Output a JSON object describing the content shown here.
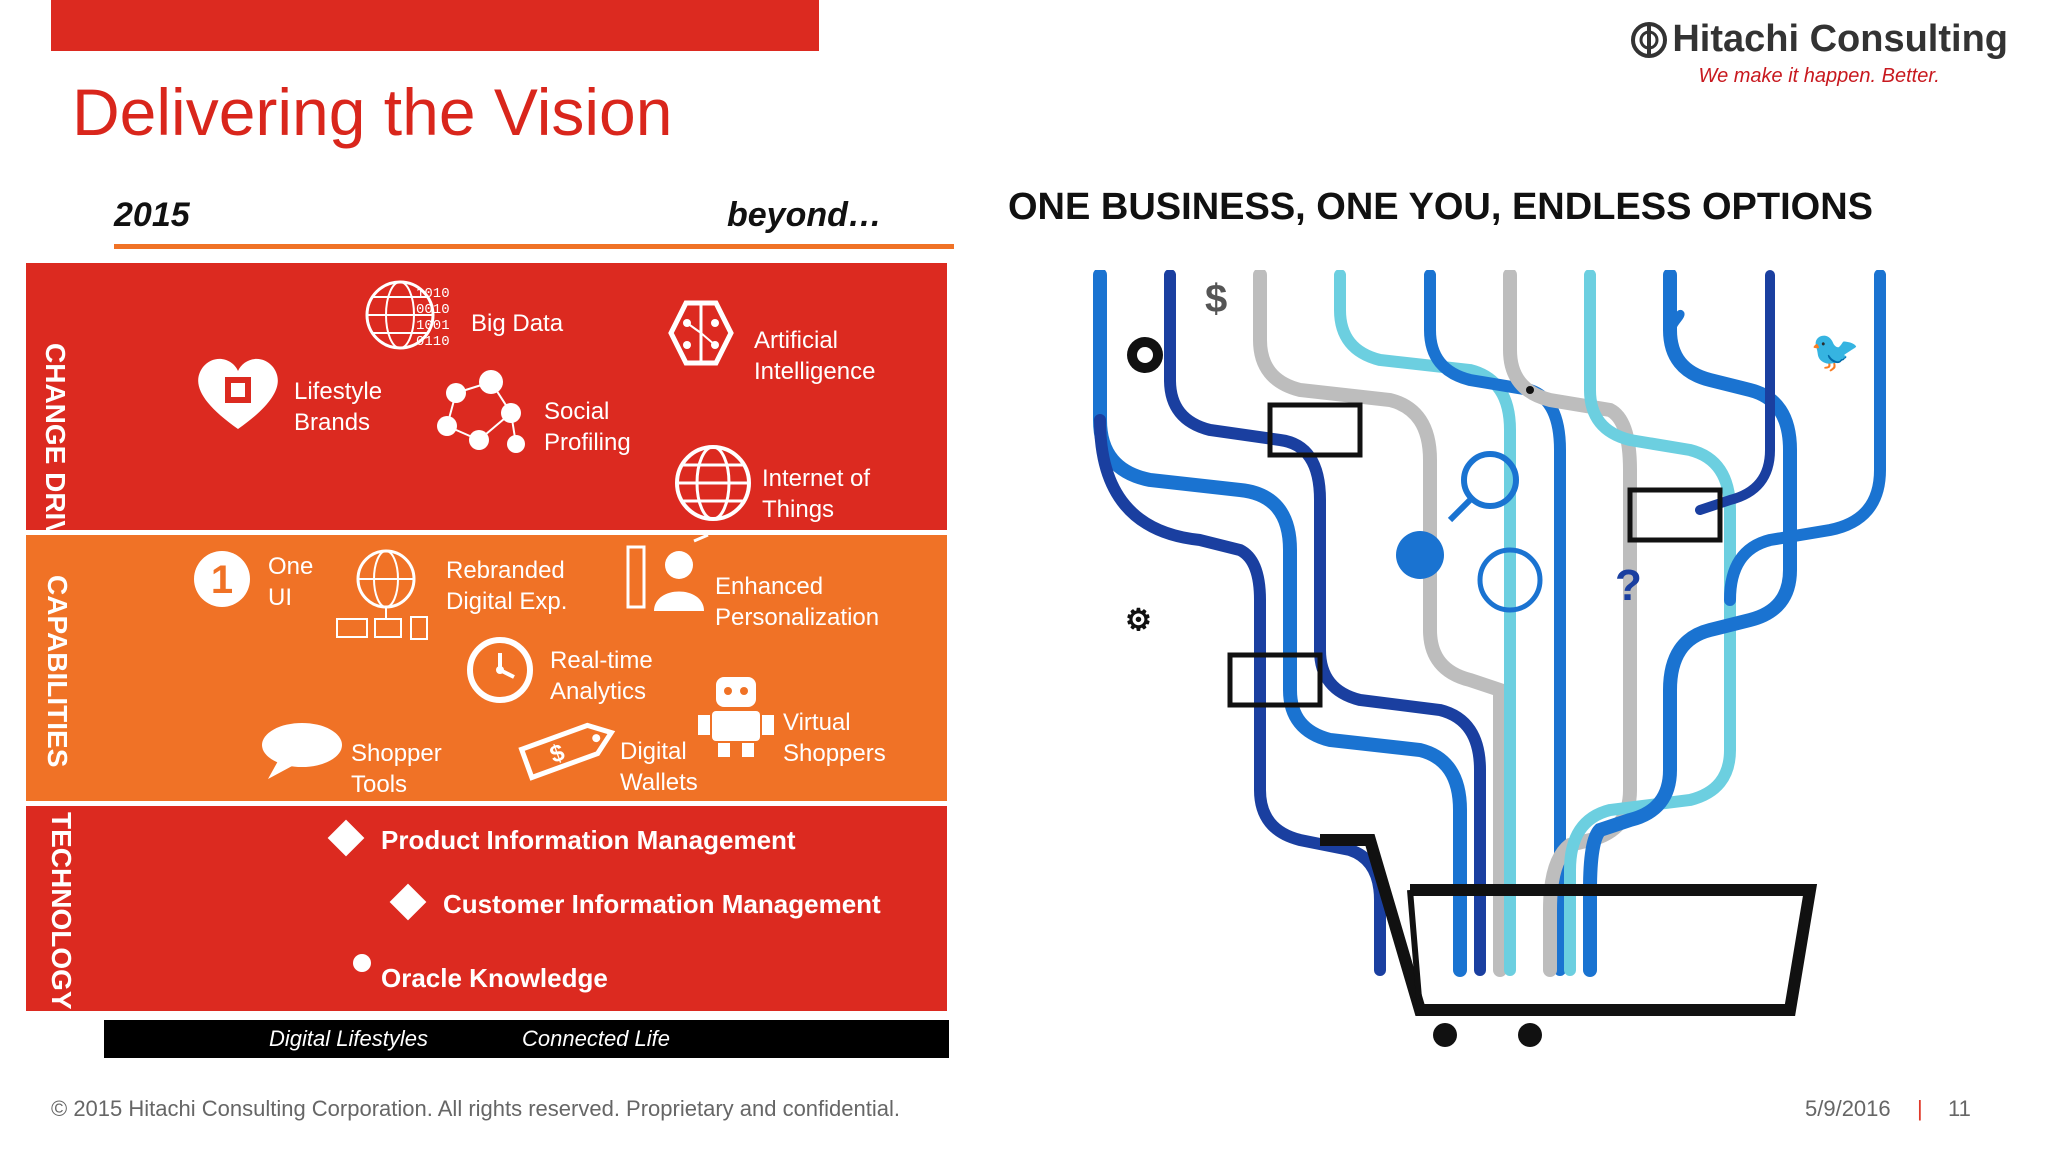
{
  "slide": {
    "title": "Delivering the Vision",
    "page_number": "11",
    "date": "5/9/2016",
    "separator": "|",
    "copyright": "© 2015 Hitachi Consulting Corporation.  All rights reserved. Proprietary and confidential."
  },
  "logo": {
    "name": "Hitachi Consulting",
    "tagline": "We make it happen. Better."
  },
  "timeline": {
    "start": "2015",
    "end": "beyond…"
  },
  "bands": {
    "change_drivers": {
      "label": "CHANGE DRIVERS",
      "items": [
        {
          "text": "Big Data",
          "icon": "globe-data-icon"
        },
        {
          "text": "Artificial Intelligence",
          "icon": "brain-circuit-icon"
        },
        {
          "text": "Lifestyle Brands",
          "icon": "heart-chip-icon"
        },
        {
          "text": "Social Profiling",
          "icon": "people-network-icon"
        },
        {
          "text": "Internet of Things",
          "icon": "globe-icon"
        }
      ]
    },
    "capabilities": {
      "label": "CAPABILITIES",
      "items": [
        {
          "text": "One UI",
          "icon": "number-one-icon"
        },
        {
          "text": "Rebranded Digital Exp.",
          "icon": "globe-devices-icon"
        },
        {
          "text": "Enhanced Personalization",
          "icon": "person-profile-icon"
        },
        {
          "text": "Real-time Analytics",
          "icon": "clock-icon"
        },
        {
          "text": "Virtual Shoppers",
          "icon": "robot-icon"
        },
        {
          "text": "Shopper Tools",
          "icon": "speech-bubble-icon"
        },
        {
          "text": "Digital Wallets",
          "icon": "money-tag-icon"
        }
      ]
    },
    "technology": {
      "label": "TECHNOLOGY",
      "items": [
        {
          "text": "Product Information Management",
          "marker": "diamond"
        },
        {
          "text": "Customer Information Management",
          "marker": "diamond"
        },
        {
          "text": "Oracle Knowledge",
          "marker": "dot"
        }
      ]
    }
  },
  "footer_bar": {
    "left": "Digital Lifestyles",
    "right": "Connected Life"
  },
  "right_panel": {
    "headline": "ONE BUSINESS, ONE YOU, ENDLESS OPTIONS"
  },
  "colors": {
    "red": "#dc2a20",
    "orange": "#f07226",
    "blue": "#1a73d1",
    "cyan": "#6ccfe0",
    "gray": "#bdbdbd",
    "dark": "#111111"
  }
}
